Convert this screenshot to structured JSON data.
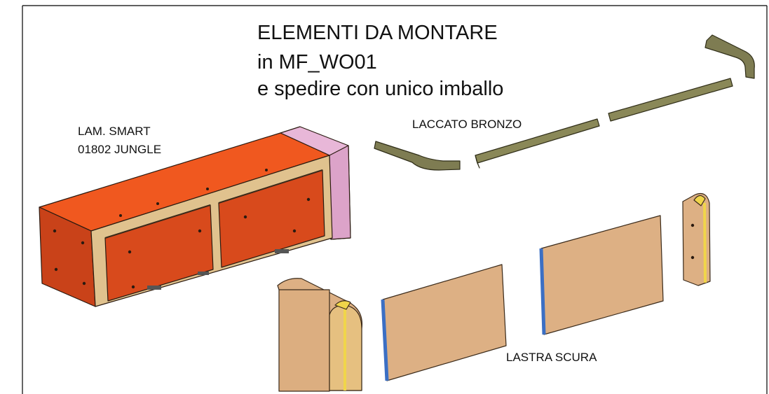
{
  "title": {
    "line1": "ELEMENTI DA MONTARE",
    "line2": "in MF_WO01",
    "line3": "e spedire con unico imballo"
  },
  "labels": {
    "cabinet_finish_line1": "LAM. SMART",
    "cabinet_finish_line2": "01802 JUNGLE",
    "profiles_finish": "LACCATO BRONZO",
    "panels_finish": "LASTRA SCURA"
  },
  "colors": {
    "cabinet_orange": "#d84a1c",
    "cabinet_top": "#f0581f",
    "side_pink": "#e8b7d8",
    "profile_bronze": "#7e7c52",
    "panel_wood": "#ddb084",
    "edge_blue": "#3b6fc4",
    "cap_yellow": "#f0d54a"
  }
}
